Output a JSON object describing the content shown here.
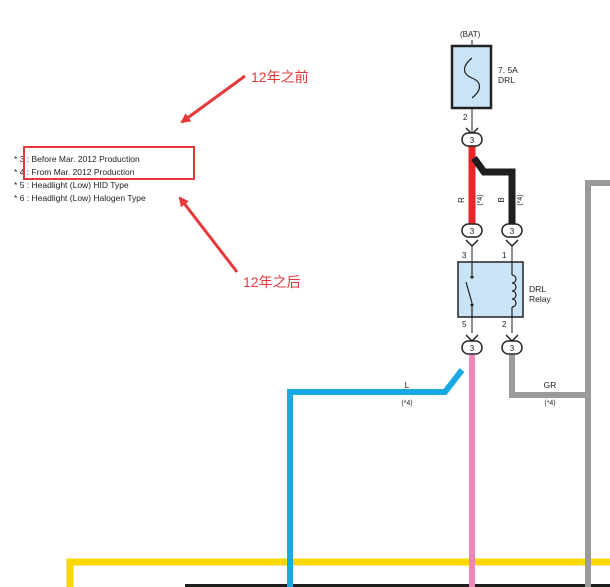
{
  "legend": {
    "lines": [
      {
        "marker": "*",
        "text": "3 : Before Mar.  2012 Production"
      },
      {
        "marker": "*",
        "text": "4 : From Mar.  2012 Production"
      },
      {
        "marker": "*",
        "text": "5 : Headlight (Low) HID Type"
      },
      {
        "marker": "*",
        "text": "6 : Headlight (Low) Halogen Type"
      }
    ]
  },
  "annotations": {
    "before": "12年之前",
    "after": "12年之后"
  },
  "fuse": {
    "source_label": "(BAT)",
    "rating": "7. 5A",
    "name": "DRL",
    "pin": "2",
    "connector": "3"
  },
  "relay": {
    "name_line1": "DRL",
    "name_line2": "Relay",
    "pin_top_left": "3",
    "pin_top_right": "1",
    "pin_bottom_left": "5",
    "pin_bottom_right": "2",
    "connector": "3"
  },
  "wires": {
    "red": {
      "color_code": "R",
      "note": "(*4)",
      "hex": "#e8262a"
    },
    "black": {
      "color_code": "B",
      "note": "(*4)",
      "hex": "#1e1e1e"
    },
    "blue": {
      "color_code": "L",
      "note": "(*4)",
      "hex": "#19a9e2"
    },
    "gray": {
      "color_code": "GR",
      "note": "(*4)",
      "hex": "#9a9a9a"
    },
    "pink": {
      "hex": "#ef86b6"
    },
    "yellow": {
      "hex": "#f8d800"
    }
  },
  "colors": {
    "component_fill": "#c9e4f6",
    "accent_red": "#e5393b"
  }
}
